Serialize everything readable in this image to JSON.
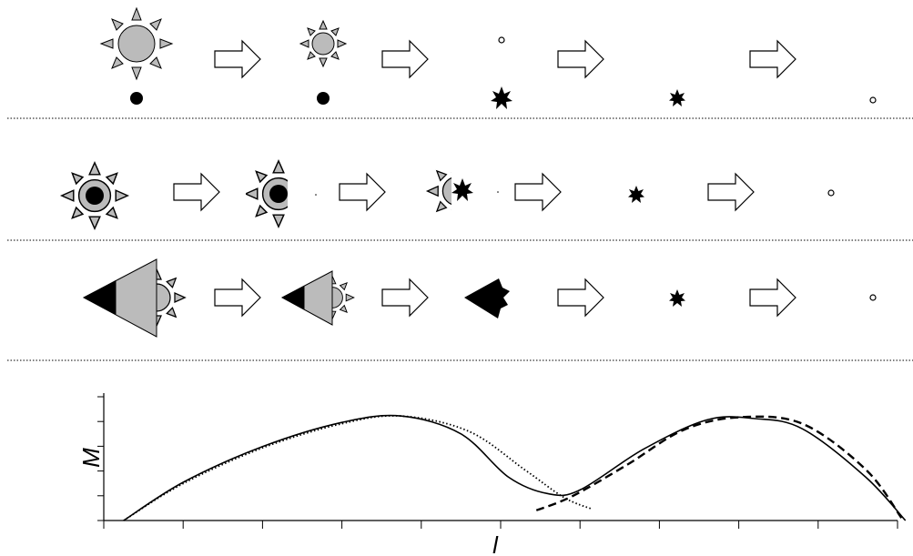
{
  "graph": {
    "ylabel": "M",
    "xlabel": "l"
  },
  "chart_data": {
    "type": "line",
    "title": "",
    "xlabel": "l",
    "ylabel": "M",
    "xlim": [
      0,
      10
    ],
    "ylim": [
      0,
      5
    ],
    "x_ticks": 10,
    "y_ticks": 5,
    "grid": false,
    "series": [
      {
        "style": "solid",
        "points": [
          [
            0.25,
            0
          ],
          [
            1,
            1.5
          ],
          [
            2,
            2.9
          ],
          [
            3,
            3.85
          ],
          [
            3.75,
            4.1
          ],
          [
            4.5,
            3.4
          ],
          [
            5.1,
            1.7
          ],
          [
            5.6,
            1.05
          ],
          [
            6,
            1.2
          ],
          [
            6.8,
            2.8
          ],
          [
            7.6,
            3.95
          ],
          [
            8.2,
            4.0
          ],
          [
            8.8,
            3.6
          ],
          [
            9.6,
            1.7
          ],
          [
            10.1,
            0
          ]
        ]
      },
      {
        "style": "dotted",
        "points": [
          [
            0.25,
            0
          ],
          [
            1,
            1.45
          ],
          [
            2,
            2.85
          ],
          [
            3,
            3.8
          ],
          [
            3.75,
            4.1
          ],
          [
            4.6,
            3.5
          ],
          [
            5.3,
            2.0
          ],
          [
            5.8,
            0.9
          ],
          [
            6.15,
            0.45
          ]
        ]
      },
      {
        "style": "dashed",
        "points": [
          [
            5.45,
            0.4
          ],
          [
            5.9,
            0.95
          ],
          [
            6.6,
            2.2
          ],
          [
            7.3,
            3.55
          ],
          [
            8,
            4.05
          ],
          [
            8.8,
            3.8
          ],
          [
            9.6,
            2.0
          ],
          [
            10.05,
            0.1
          ]
        ]
      }
    ]
  }
}
